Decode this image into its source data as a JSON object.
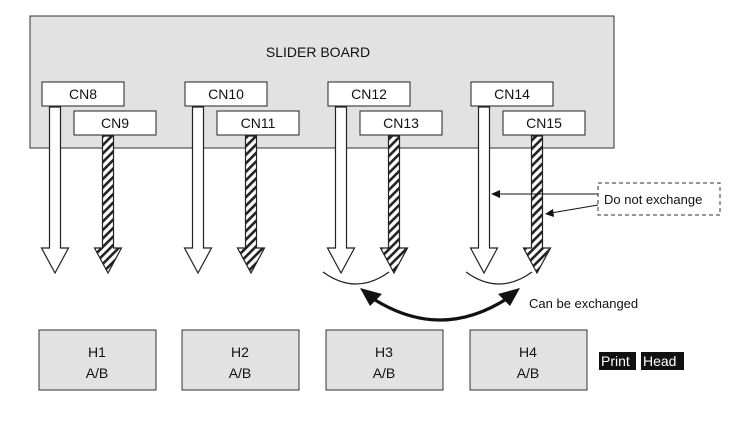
{
  "board": {
    "title": "SLIDER BOARD"
  },
  "connectors": [
    {
      "label": "CN8",
      "style": "plain"
    },
    {
      "label": "CN9",
      "style": "hatched"
    },
    {
      "label": "CN10",
      "style": "plain"
    },
    {
      "label": "CN11",
      "style": "hatched"
    },
    {
      "label": "CN12",
      "style": "plain"
    },
    {
      "label": "CN13",
      "style": "hatched"
    },
    {
      "label": "CN14",
      "style": "plain"
    },
    {
      "label": "CN15",
      "style": "hatched"
    }
  ],
  "heads": [
    {
      "name": "H1",
      "sub": "A/B"
    },
    {
      "name": "H2",
      "sub": "A/B"
    },
    {
      "name": "H3",
      "sub": "A/B"
    },
    {
      "name": "H4",
      "sub": "A/B"
    }
  ],
  "annotations": {
    "do_not_exchange": "Do not exchange",
    "can_be_exchanged": "Can be exchanged",
    "print_head_word1": "Print",
    "print_head_word2": "Head"
  },
  "colors": {
    "board_fill": "#e2e2e2",
    "head_fill": "#e2e2e2",
    "label_bg": "#111111",
    "label_fg": "#ffffff"
  }
}
